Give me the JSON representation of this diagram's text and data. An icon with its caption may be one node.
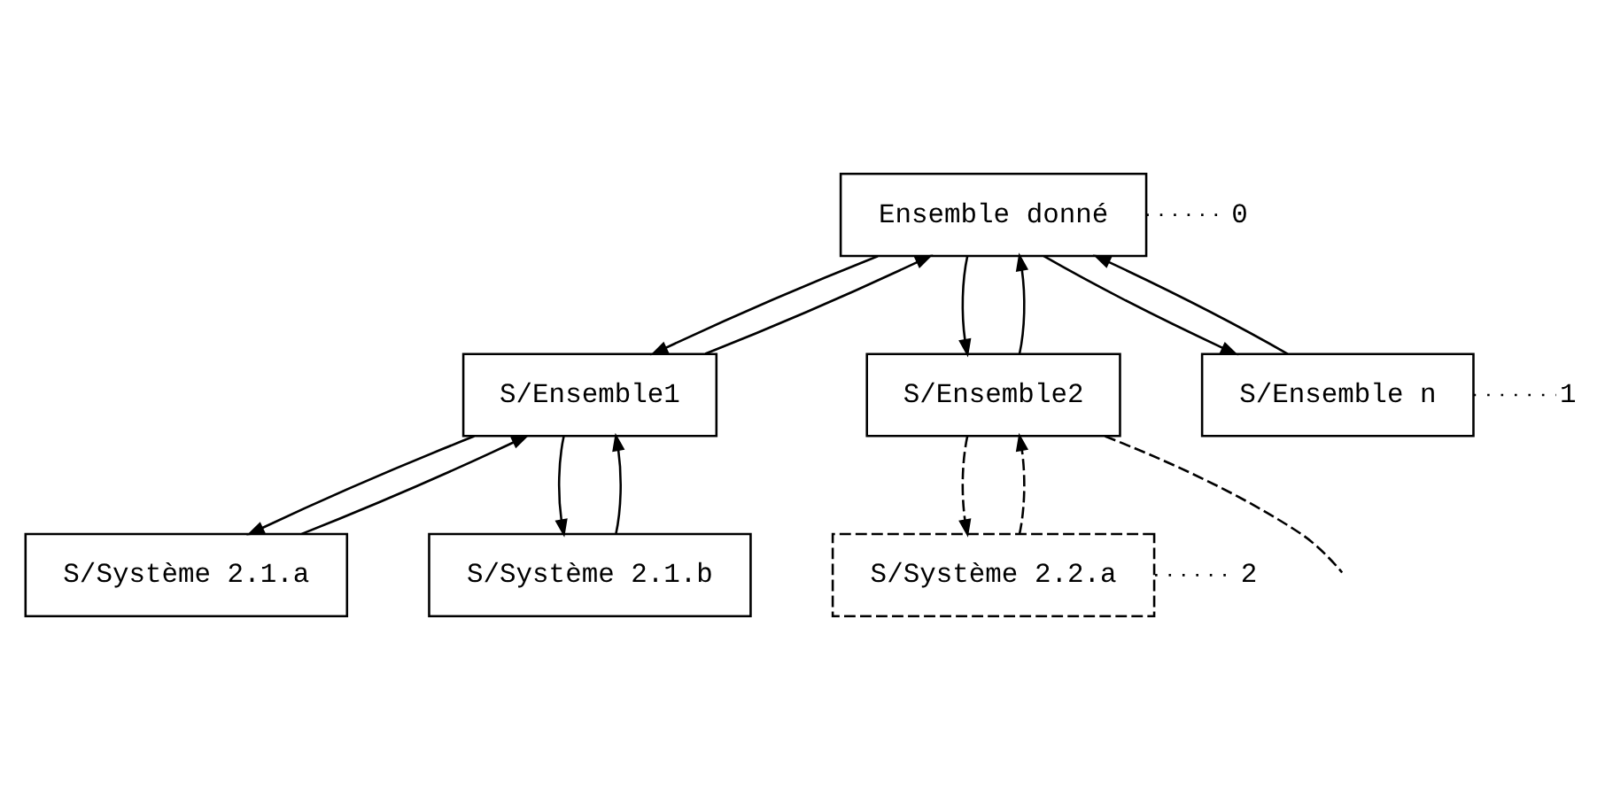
{
  "diagram": {
    "nodes": [
      {
        "text": [
          "Ensemble donné"
        ],
        "beside": [
          "0"
        ]
      },
      {
        "text": [
          "S/Ensemble1"
        ]
      },
      {
        "text": [
          "S/Ensemble2"
        ]
      },
      {
        "text": [
          "S/Ensemble n"
        ],
        "beside": [
          "1"
        ]
      },
      {
        "text": [
          "S/Système 2.1.a"
        ]
      },
      {
        "text": [
          "S/Système 2.1.b"
        ]
      },
      {
        "text": [
          "S/Système 2.2.a"
        ],
        "beside": [
          "2"
        ]
      }
    ],
    "edges": [
      {
        "from": 0,
        "to": 1,
        "arrow": "to"
      },
      {
        "from": 1,
        "to": 0,
        "arrow": "to"
      },
      {
        "from": 0,
        "to": 2,
        "arrow": "to"
      },
      {
        "from": 2,
        "to": 0,
        "arrow": "to"
      },
      {
        "from": 0,
        "to": 3,
        "arrow": "to"
      },
      {
        "from": 3,
        "to": 0,
        "arrow": "to"
      },
      {
        "from": 1,
        "to": 4,
        "arrow": "to"
      },
      {
        "from": 4,
        "to": 1,
        "arrow": "to"
      },
      {
        "from": 1,
        "to": 5,
        "arrow": "to"
      },
      {
        "from": 5,
        "to": 1,
        "arrow": "to"
      },
      {
        "from": 2,
        "to": 6,
        "arrow": "to",
        "style": "dashed"
      },
      {
        "from": 6,
        "to": 2,
        "arrow": "to",
        "style": "dashed"
      },
      {
        "from": 2,
        "to": null,
        "arrow": "none",
        "style": "dashed"
      }
    ]
  }
}
